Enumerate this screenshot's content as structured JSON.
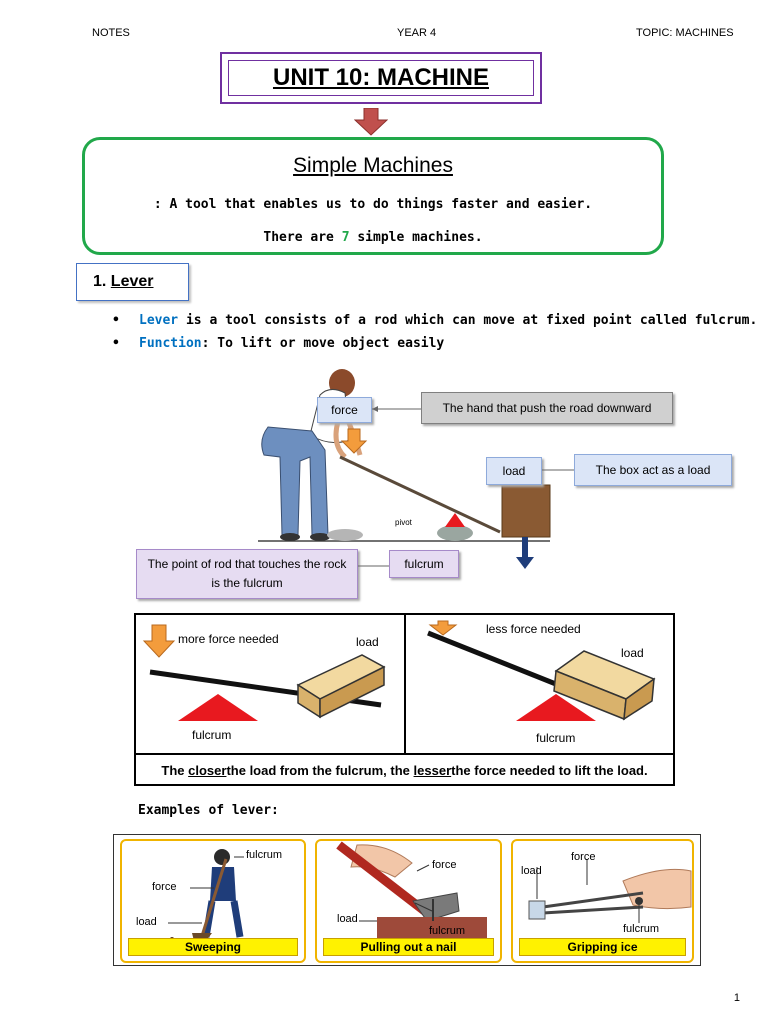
{
  "header": {
    "left": "NOTES",
    "center": "YEAR 4",
    "right": "TOPIC: MACHINES"
  },
  "unit_title": "UNIT 10: MACHINE",
  "definition": {
    "title": "Simple Machines",
    "line1": ": A tool that enables us to do things faster and easier.",
    "line2_pre": "There are ",
    "line2_num": "7",
    "line2_post": " simple machines."
  },
  "section": {
    "number": "1.",
    "title": "Lever"
  },
  "bullets": {
    "b1_key": "Lever",
    "b1_rest": " is a tool consists of a rod which can move at fixed point called fulcrum.",
    "b2_key": "Function",
    "b2_rest": ": To lift or move object easily"
  },
  "illustration": {
    "force": "force",
    "hand_note": "The hand that push the road downward",
    "load": "load",
    "box_note": "The box act as a load",
    "pivot": "pivot",
    "rock_note": "The point of rod that touches the rock is the fulcrum",
    "fulcrum": "fulcrum"
  },
  "comparison": {
    "left_force": "more force needed",
    "left_load": "load",
    "left_fulcrum": "fulcrum",
    "right_force": "less force needed",
    "right_load": "load",
    "right_fulcrum": "fulcrum",
    "rule": {
      "p1": "The ",
      "w1": "closer",
      "p2": " the load from the fulcrum, the ",
      "w2": "lesser",
      "p3": " the force needed to lift the load."
    }
  },
  "examples": {
    "title": "Examples of lever:",
    "items": [
      {
        "caption": "Sweeping",
        "fulcrum": "fulcrum",
        "force": "force",
        "load": "load"
      },
      {
        "caption": "Pulling out a nail",
        "fulcrum": "fulcrum",
        "force": "force",
        "load": "load"
      },
      {
        "caption": "Gripping ice",
        "fulcrum": "fulcrum",
        "force": "force",
        "load": "load"
      }
    ]
  },
  "page_number": "1",
  "colors": {
    "purple": "#7030a0",
    "green": "#21a84a",
    "blue": "#0070c0",
    "arrow_red": "#c0504d",
    "fulcrum_red": "#e8191f",
    "force_orange": "#f39c3c"
  }
}
